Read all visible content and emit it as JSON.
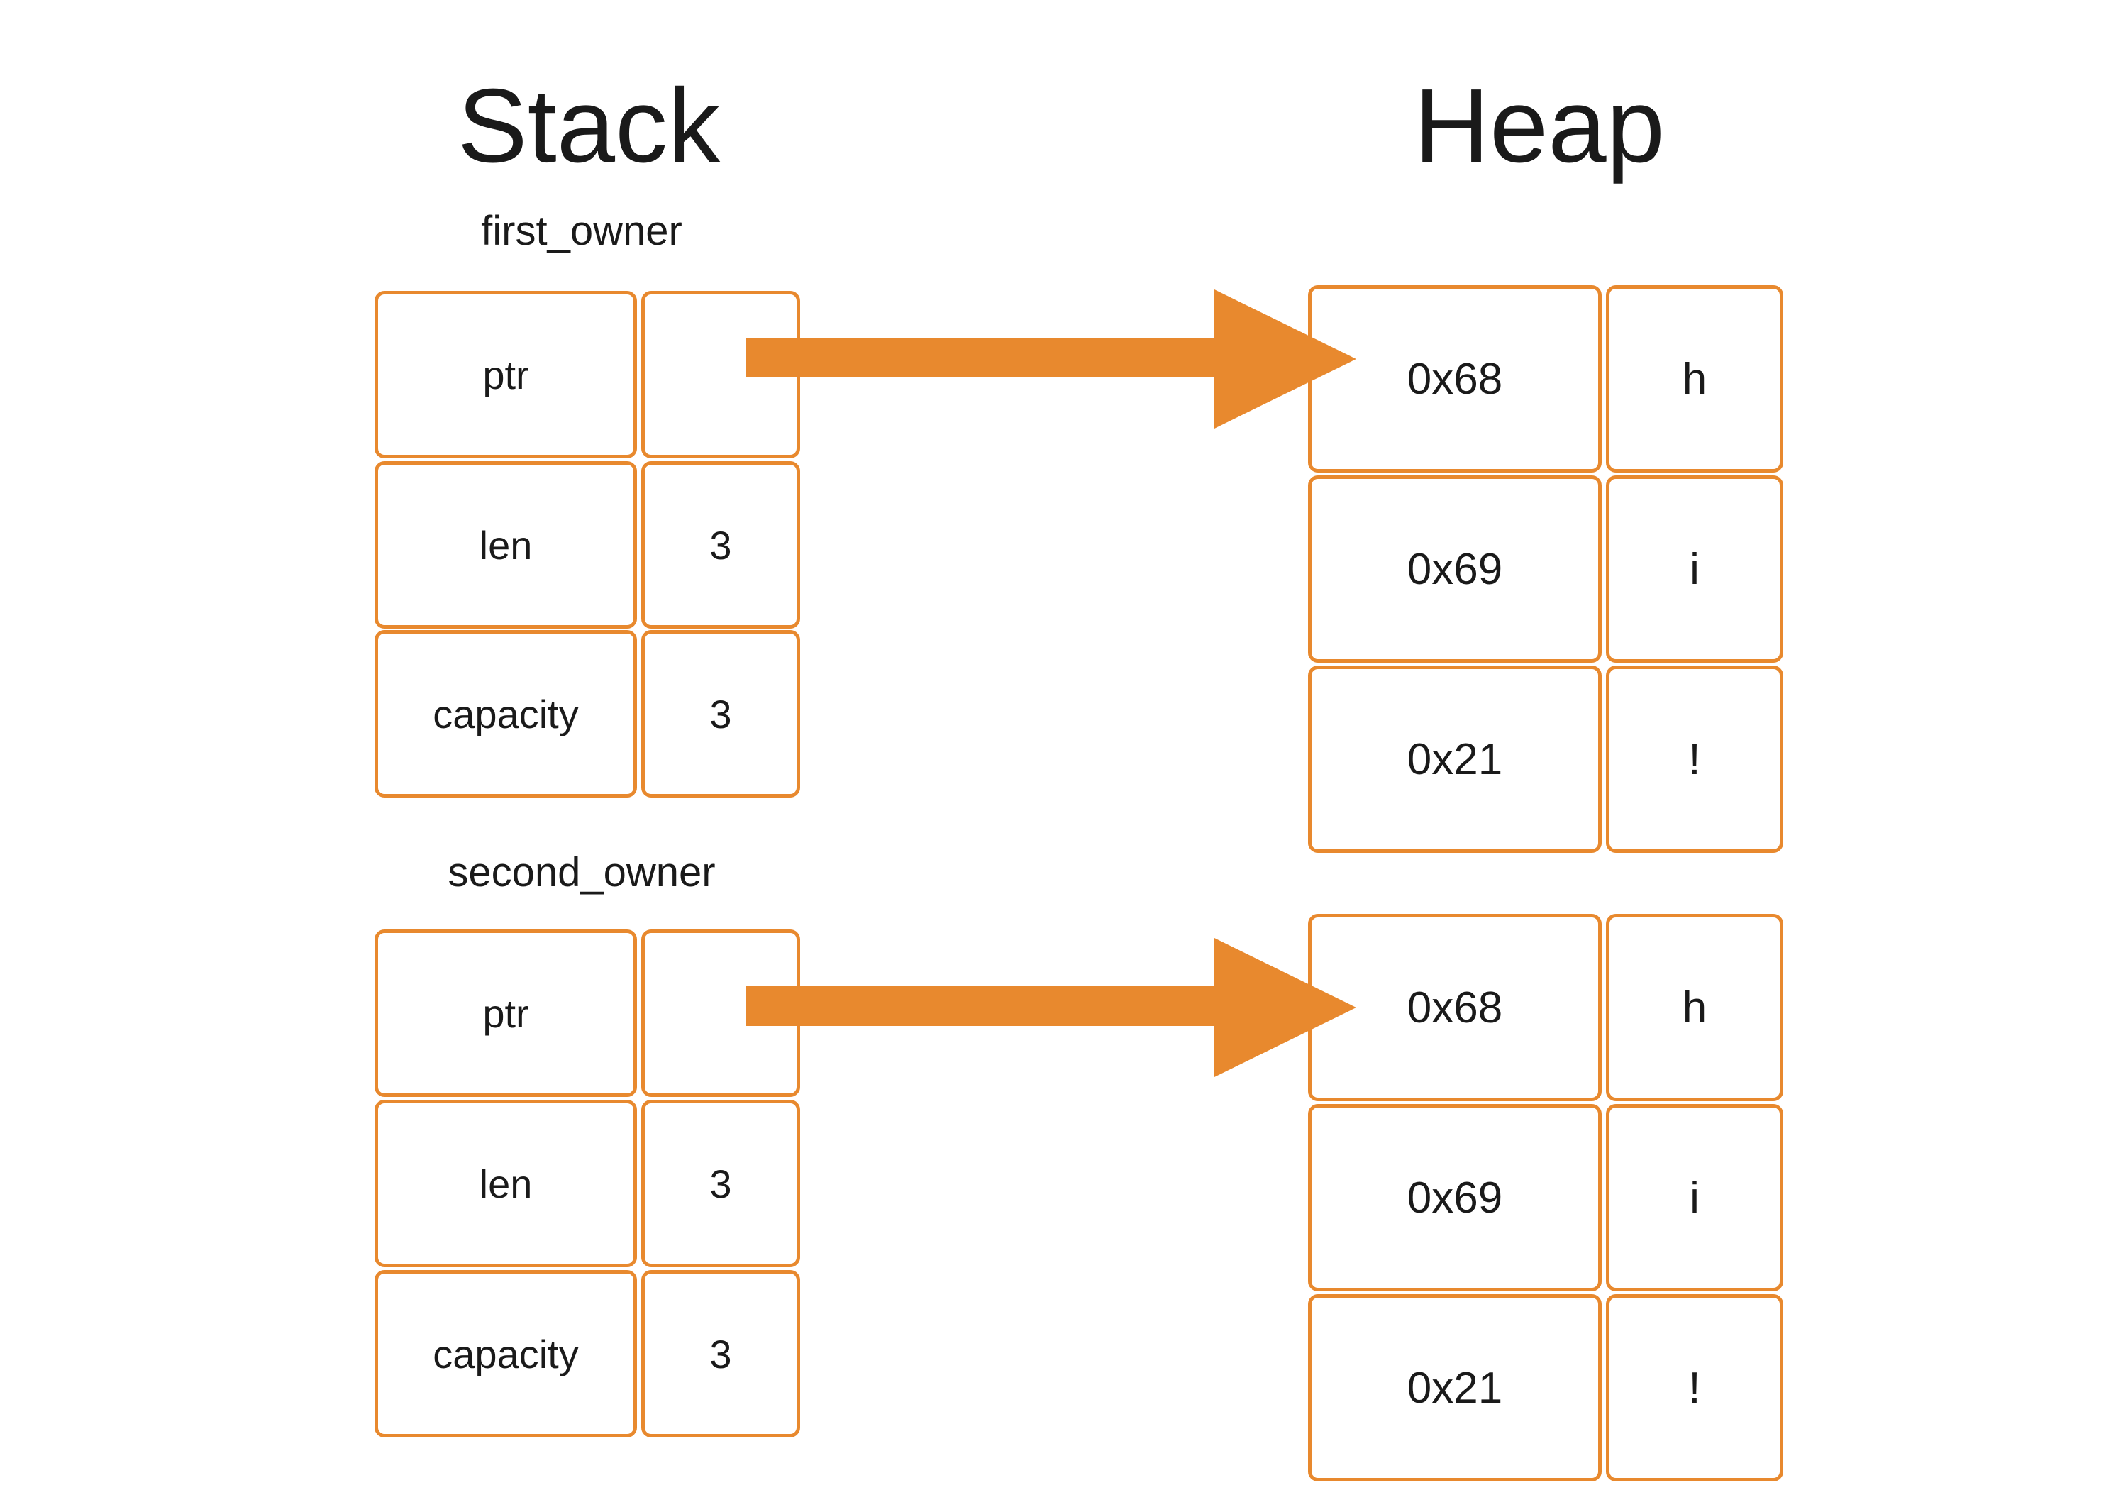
{
  "headings": {
    "stack": "Stack",
    "heap": "Heap"
  },
  "colors": {
    "accent": "#e8892e",
    "text": "#1a1a1a",
    "background": "#ffffff"
  },
  "stack": {
    "first_owner": {
      "label": "first_owner",
      "rows": [
        {
          "field": "ptr",
          "value": ""
        },
        {
          "field": "len",
          "value": "3"
        },
        {
          "field": "capacity",
          "value": "3"
        }
      ]
    },
    "second_owner": {
      "label": "second_owner",
      "rows": [
        {
          "field": "ptr",
          "value": ""
        },
        {
          "field": "len",
          "value": "3"
        },
        {
          "field": "capacity",
          "value": "3"
        }
      ]
    }
  },
  "heap": {
    "block1": [
      {
        "byte": "0x68",
        "char": "h"
      },
      {
        "byte": "0x69",
        "char": "i"
      },
      {
        "byte": "0x21",
        "char": "!"
      }
    ],
    "block2": [
      {
        "byte": "0x68",
        "char": "h"
      },
      {
        "byte": "0x69",
        "char": "i"
      },
      {
        "byte": "0x21",
        "char": "!"
      }
    ]
  }
}
